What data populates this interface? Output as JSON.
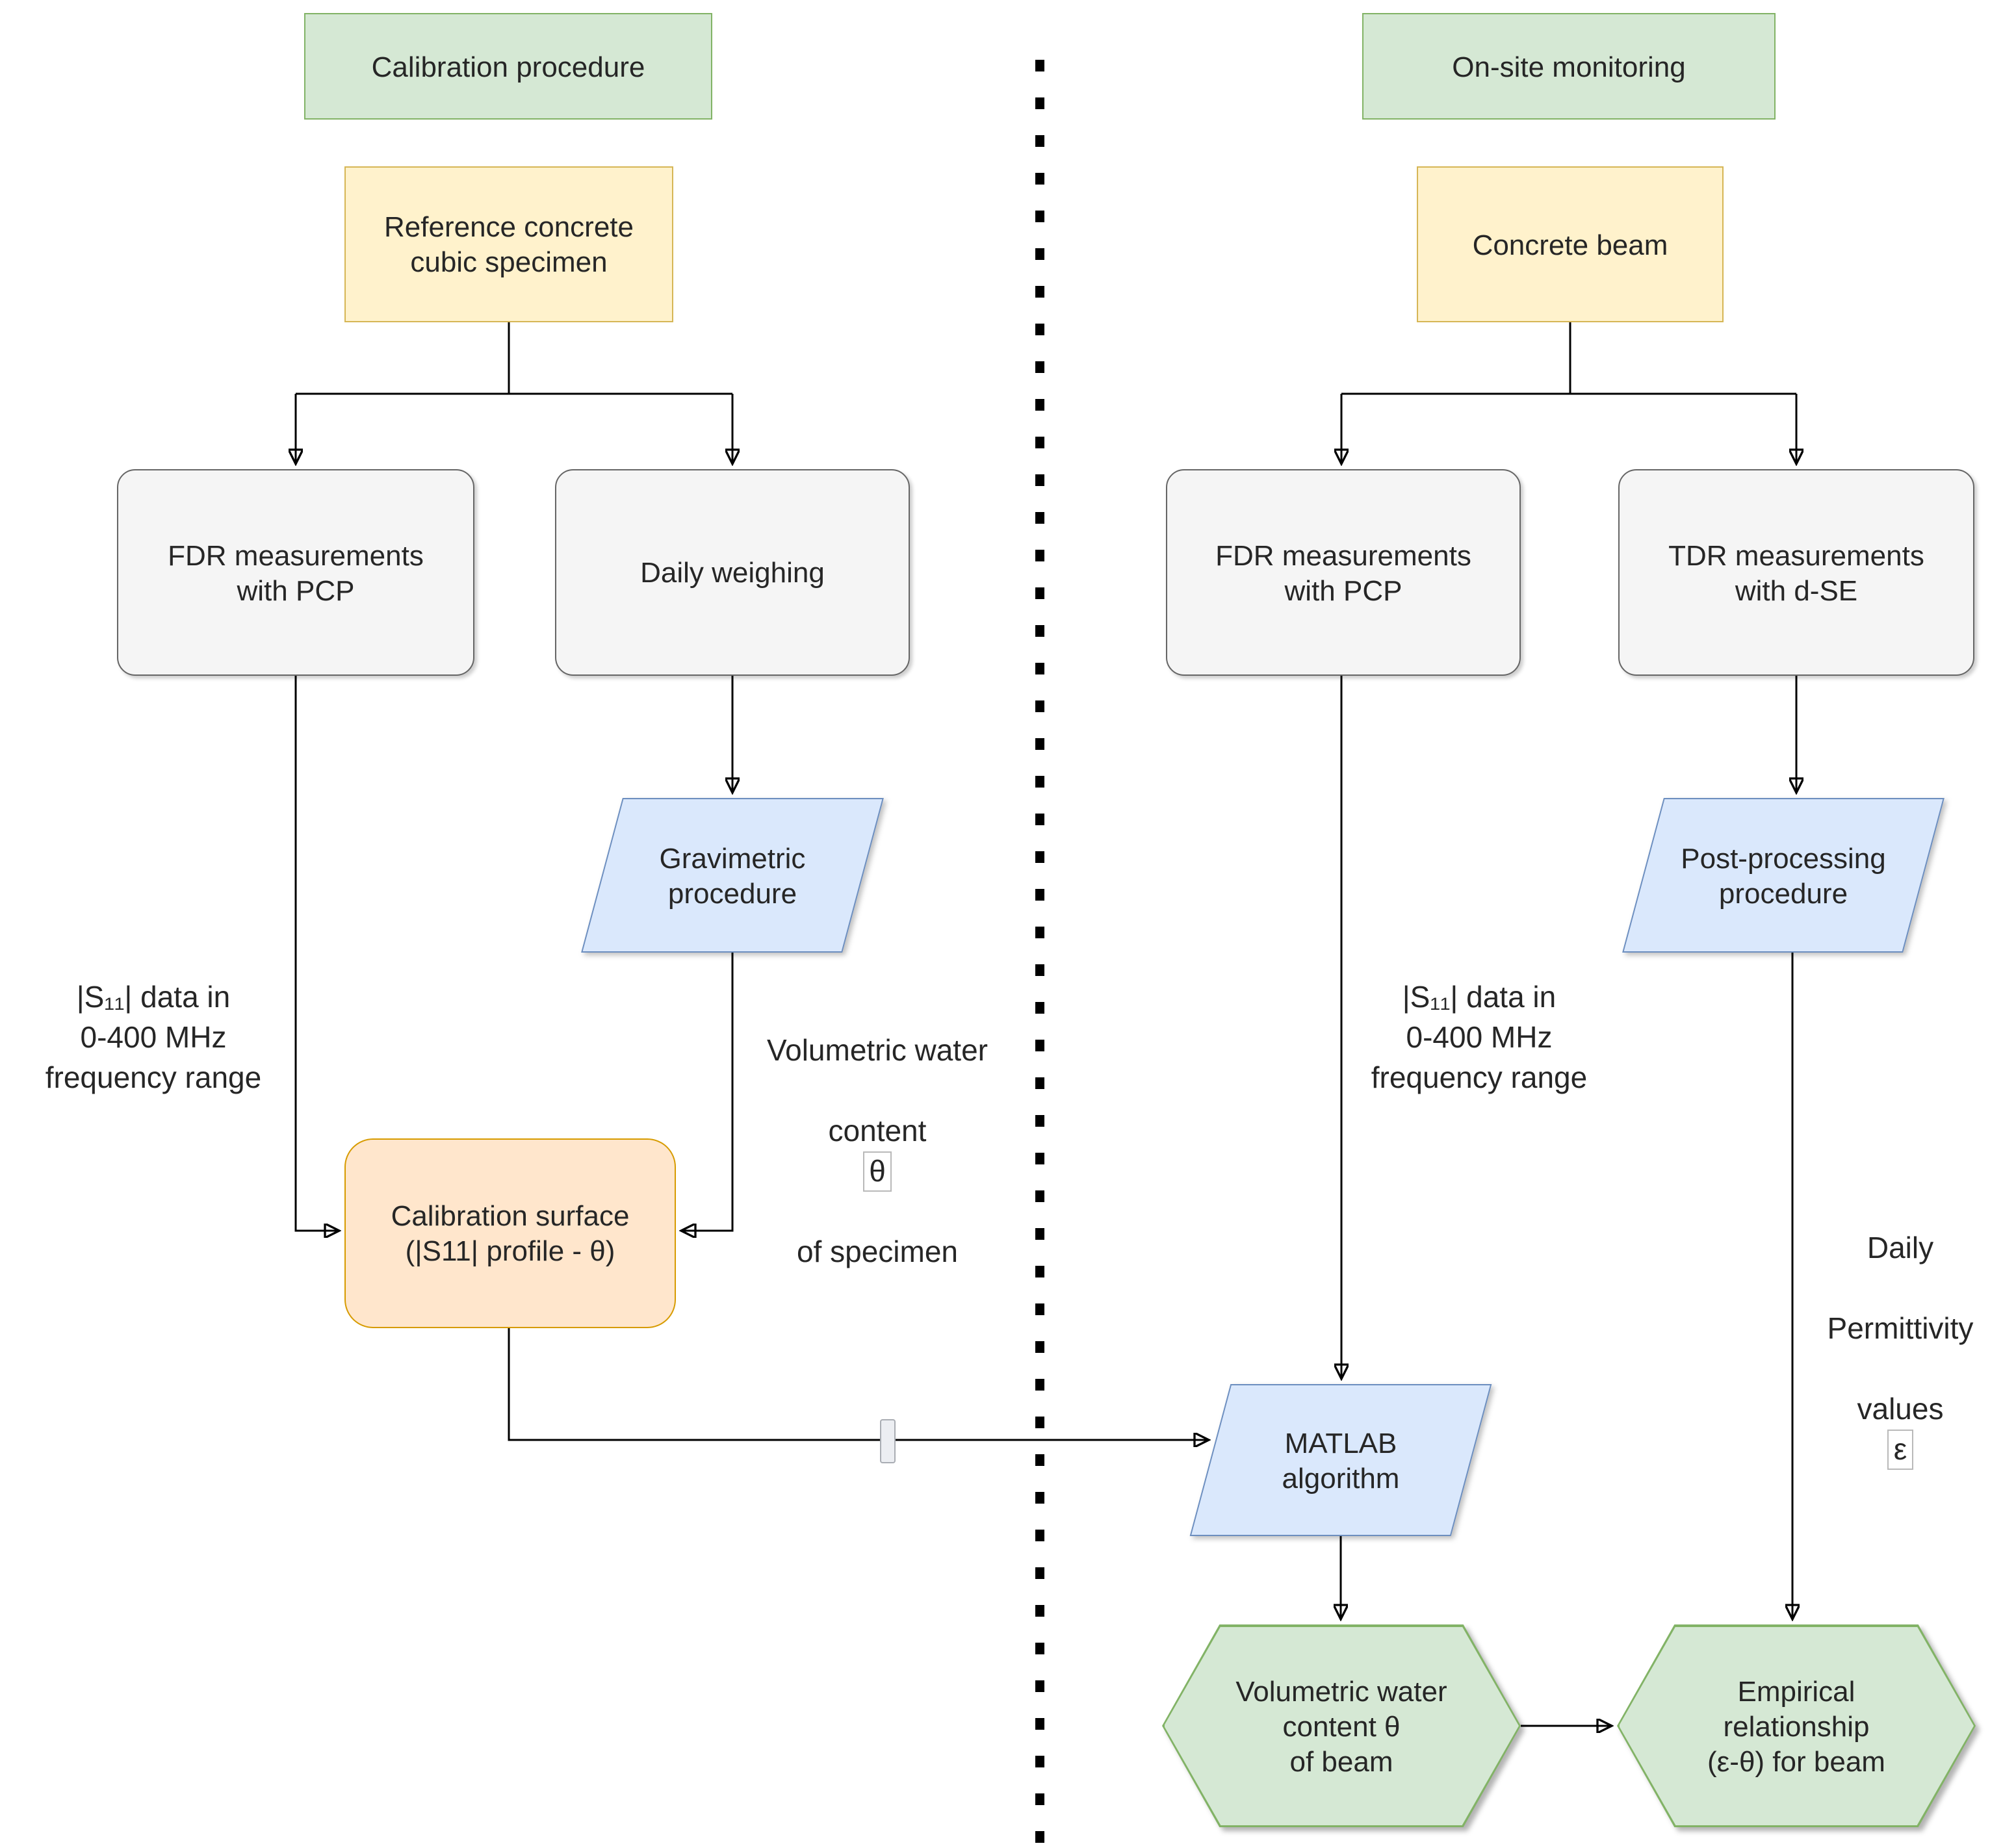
{
  "colors": {
    "green_fill": "#d5e8d4",
    "green_stroke": "#82b366",
    "yellow_fill": "#fff2cc",
    "yellow_stroke": "#d6b656",
    "gray_fill": "#f5f5f5",
    "gray_stroke": "#666666",
    "blue_fill": "#dae8fc",
    "blue_stroke": "#6c8ebf",
    "orange_fill": "#ffe6cc",
    "orange_stroke": "#d79b00",
    "connector": "#000000",
    "text": "#262626"
  },
  "calibration": {
    "header": "Calibration procedure",
    "source": "Reference concrete\ncubic specimen",
    "fdr": "FDR measurements\nwith PCP",
    "weighing": "Daily weighing",
    "gravimetric": "Gravimetric\nprocedure",
    "s11_label": "|S₁₁| data in\n0-400 MHz\nfrequency range",
    "volumetric_label": {
      "line1": "Volumetric water",
      "line2_prefix": "content",
      "symbol": "θ",
      "line3": "of specimen"
    },
    "surface": "Calibration surface\n(|S11| profile - θ)"
  },
  "monitoring": {
    "header": "On-site monitoring",
    "source": "Concrete beam",
    "fdr": "FDR measurements\nwith PCP",
    "tdr": "TDR measurements\nwith d-SE",
    "postprocessing": "Post-processing\nprocedure",
    "s11_label": "|S₁₁| data in\n0-400 MHz\nfrequency range",
    "permittivity_label": {
      "line1": "Daily",
      "line2": "Permittivity",
      "line3_prefix": "values",
      "symbol": "ε"
    },
    "matlab": "MATLAB\nalgorithm",
    "water_hexagon": "Volumetric water\ncontent θ\nof beam",
    "empirical_hexagon": "Empirical\nrelationship\n(ε-θ) for beam"
  }
}
